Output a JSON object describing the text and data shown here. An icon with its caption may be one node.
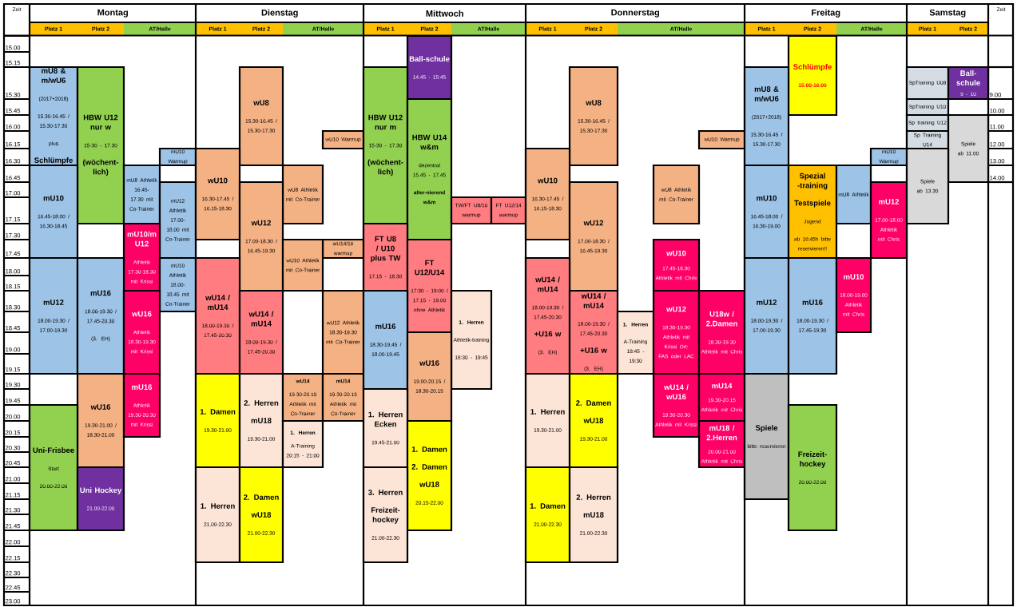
{
  "diagram": {
    "nodes": [
      {
        "text": [
          "mU8 & m/wU6",
          "(2017+2018)",
          "15.30-16.45 / 15.30-17.30",
          "plus",
          "Schlümpfe"
        ]
      },
      {
        "text": [
          "HBW U12 nur w",
          "15-30 - 17.30",
          "(wöchent-lich)"
        ]
      },
      {
        "text": [
          "mU8 Athletik 16.45-17.30 mit Co-Trainer"
        ]
      },
      {
        "text": [
          "mU10 Warmup"
        ]
      },
      {
        "text": [
          "mU12 Athletik 17.00-18.00 mit Co-Trainer"
        ]
      },
      {
        "text": [
          "mU10",
          "16.45-18.00 / 16.30-18.45"
        ]
      },
      {
        "text": [
          "mU10/m U12",
          "Athletik 17.30-18.30 mit Krissi"
        ]
      },
      {
        "text": [
          "mU10 Athletik 18.00-18.45 mit Co-Trainer"
        ]
      },
      {
        "text": [
          "mU12",
          "18.00-19.30 / 17.00-19.30"
        ]
      },
      {
        "text": [
          "mU16",
          "18.00-19.30 / 17.45-20.30",
          "(3. EH)"
        ]
      },
      {
        "text": [
          "wU16",
          "Athletik 18.30-19.30 mit Krissi"
        ]
      },
      {
        "text": [
          "wU16",
          "19.30-21.00 / 18.30-21.00"
        ]
      },
      {
        "text": [
          "mU16",
          "Athletik 19.30-20.30 mit Krissi"
        ]
      },
      {
        "text": [
          "Uni-Frisbee",
          "Start",
          "20.00-22.00"
        ]
      },
      {
        "text": [
          "Uni Hockey",
          "21.00-22.00"
        ]
      },
      {
        "text": [
          "wU8",
          "15.30-16.45 / 15.30-17.30"
        ]
      },
      {
        "text": [
          "wU10 Warmup"
        ]
      },
      {
        "text": [
          "wU10",
          "16.30-17.45 / 16.15-18.30"
        ]
      },
      {
        "text": [
          "wU8 Athletik mit Co-Trainer"
        ]
      },
      {
        "text": [
          "wU12",
          "17.00-18.30 / 16.45-19.30"
        ]
      },
      {
        "text": [
          "wU14/16 warmup"
        ]
      },
      {
        "text": [
          "wU10 Athletik mit Co-Trainer"
        ]
      },
      {
        "text": [
          "wU14 / mU14",
          "18.00-19.30 / 17.45-20.30"
        ]
      },
      {
        "text": [
          "wU14 / mU14",
          "18.00-19.30 / 17.45-20.30"
        ]
      },
      {
        "text": [
          "wU12 Athletik 18.30-19.30 mit Co-Trainer"
        ]
      },
      {
        "text": [
          "1. Damen",
          "19.30-21.00"
        ]
      },
      {
        "text": [
          "2. Herren",
          "mU18",
          "19.30-21.00"
        ]
      },
      {
        "text": [
          "wU14",
          "19.30-20.15 Athletik mit Co-Trainer"
        ]
      },
      {
        "text": [
          "mU14",
          "19.30-20.15 Athletik mit Co-Trainer"
        ]
      },
      {
        "text": [
          "1. Herren",
          "A-Training 20:15 - 21:00"
        ]
      },
      {
        "text": [
          "1. Herren",
          "21.00-22.30"
        ]
      },
      {
        "text": [
          "2. Damen",
          "wU18",
          "21.00-22.30"
        ]
      },
      {
        "text": [
          "Ball-schule",
          "14:45 - 15:45"
        ]
      },
      {
        "text": [
          "HBW U12 nur m",
          "15-30 - 17.30",
          "(wöchent-lich)"
        ]
      },
      {
        "text": [
          "HBW U14 w&m",
          "dezentral 15.45 - 17.45",
          "alter-nierend w&m"
        ]
      },
      {
        "text": [
          "TW/FT U8/10 warmup"
        ]
      },
      {
        "text": [
          "FT U12/14 warmup"
        ]
      },
      {
        "text": [
          "FT U8 / U10 plus TW",
          "17.15 - 18.30"
        ]
      },
      {
        "text": [
          "FT U12/U14",
          "17:30 - 19:00 / 17.15 - 19.00 ohne Athletik"
        ]
      },
      {
        "text": [
          "mU16",
          "18.30-19.45 / 18.00-19.45"
        ]
      },
      {
        "text": [
          "1. Herren",
          "Athletik-training",
          "18:30 - 19:45"
        ]
      },
      {
        "text": [
          "wU16",
          "19.00-20.15 / 18.30-20.15"
        ]
      },
      {
        "text": [
          "1. Herren Ecken",
          "19.45-21.00"
        ]
      },
      {
        "text": [
          "1. Damen",
          "2. Damen",
          "wU18",
          "20.15-22.00"
        ]
      },
      {
        "text": [
          "3. Herren",
          "Freizeit-hockey",
          "21.00-22.30"
        ]
      },
      {
        "text": [
          "wU8",
          "15.30-16.45 / 15.30-17.30"
        ]
      },
      {
        "text": [
          "wU10 Warmup"
        ]
      },
      {
        "text": [
          "wU10",
          "16.30-17.45 / 16.15-18.30"
        ]
      },
      {
        "text": [
          "wU8 Athletik mit Co-Trainer"
        ]
      },
      {
        "text": [
          "wU12",
          "17.00-18.30 / 16.45-19.30"
        ]
      },
      {
        "text": [
          "wU10",
          "17.45-18.30 Athletik mit Chris"
        ]
      },
      {
        "text": [
          "wU14 / mU14",
          "18.00-19.30 / 17.45-20.30",
          "+U16 w",
          "(3. EH)"
        ]
      },
      {
        "text": [
          "wU14 / mU14",
          "18.00-19.30 / 17.45-20.30",
          "+U16 w",
          "(3. EH)"
        ]
      },
      {
        "text": [
          "1. Herren",
          "A-Training 18:45 - 19:30"
        ]
      },
      {
        "text": [
          "wU12",
          "18.30-19.30 Athletik mit Krissi Ort: FAS oder LAC"
        ]
      },
      {
        "text": [
          "U18w / 2.Damen",
          "18.30-19.30 Athletik mit Chris"
        ]
      },
      {
        "text": [
          "wU14 / wU16",
          "19.30-20.30 Athletik mit Krissi"
        ]
      },
      {
        "text": [
          "mU14",
          "19.30-20.15 Athletik mit Chris"
        ]
      },
      {
        "text": [
          "mU18 / 2.Herren",
          "20.00-21.00 Athletik mit Chris"
        ]
      },
      {
        "text": [
          "1. Herren",
          "19.30-21.00"
        ]
      },
      {
        "text": [
          "2. Damen",
          "wU18",
          "19.30-21.00"
        ]
      },
      {
        "text": [
          "1. Damen",
          "21.00-22.30"
        ]
      },
      {
        "text": [
          "2. Herren",
          "mU18",
          "21.00-22.30"
        ]
      },
      {
        "text": [
          "Schlümpfe",
          "15:00-16:00"
        ]
      },
      {
        "text": [
          "mU8 & m/wU6",
          "(2017+2018)",
          "15.30-16.45 / 15.30-17.30"
        ]
      },
      {
        "text": [
          "mU10 Warmup"
        ]
      },
      {
        "text": [
          "mU10",
          "16.45-18.00 / 16.30-19.00"
        ]
      },
      {
        "text": [
          "Spezial -training",
          "Testspiele",
          "Jugend",
          "ab 16:45h bitte reservieren!!"
        ]
      },
      {
        "text": [
          "mU8 Athletik"
        ]
      },
      {
        "text": [
          "mU12",
          "17.00-18.00 Athletik mit Chris"
        ]
      },
      {
        "text": [
          "mU12",
          "18.00-19.30 / 17.00-19.30"
        ]
      },
      {
        "text": [
          "mU16",
          "18.00-19.30 / 17.45-19.30"
        ]
      },
      {
        "text": [
          "mU10",
          "18.00-19.00 Athletik mit Chris"
        ]
      },
      {
        "text": [
          "Spiele",
          "bitte reservieren"
        ]
      },
      {
        "text": [
          "Freizeit-hockey",
          "20.00-22.00"
        ]
      },
      {
        "text": [
          "SpTraining U08"
        ]
      },
      {
        "text": [
          "Ball-schule",
          "9 - 10"
        ]
      },
      {
        "text": [
          "SpTraining U10"
        ]
      },
      {
        "text": [
          "Sp training U12"
        ]
      },
      {
        "text": [
          "Sp Training U14"
        ]
      },
      {
        "text": [
          "Spiele ab 11.00"
        ]
      },
      {
        "text": [
          "Spiele ab 13.30"
        ]
      }
    ],
    "labels": [
      "Zeit",
      "Montag",
      "Dienstag",
      "Mittwoch",
      "Donnerstag",
      "Freitag",
      "Samstag",
      "Zeit",
      "Platz 1",
      "Platz 2",
      "AT/Halle",
      "Platz 1",
      "Platz 2",
      "AT/Halle",
      "Platz 1",
      "Platz 2",
      "AT/Halle",
      "Platz 1",
      "Platz 2",
      "AT/Halle",
      "Platz 1",
      "Platz 2",
      "AT/Halle",
      "Platz 1",
      "Platz 2",
      "15.00",
      "15.15",
      "15.30",
      "15.45",
      "16.00",
      "16.15",
      "16.30",
      "16.45",
      "17.00",
      "17.15",
      "17.30",
      "17.45",
      "18.00",
      "18.15",
      "18.30",
      "18.45",
      "19.00",
      "19.15",
      "19.30",
      "19.45",
      "20.00",
      "20.15",
      "20.30",
      "20.45",
      "21.00",
      "21.15",
      "21.30",
      "21.45",
      "22.00",
      "22.15",
      "22.30",
      "22.45",
      "23.00",
      "9.00",
      "10.00",
      "11.00",
      "12.00",
      "13.00",
      "14.00"
    ]
  }
}
